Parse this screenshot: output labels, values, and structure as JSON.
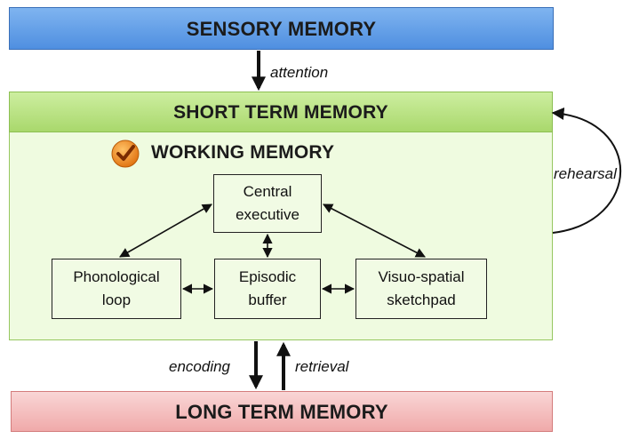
{
  "sensory_memory": "SENSORY MEMORY",
  "short_term_memory": "SHORT TERM MEMORY",
  "working_memory": "WORKING MEMORY",
  "long_term_memory": "LONG TERM MEMORY",
  "components": {
    "central_executive": [
      "Central",
      "executive"
    ],
    "phonological_loop": [
      "Phonological",
      "loop"
    ],
    "episodic_buffer": [
      "Episodic",
      "buffer"
    ],
    "visuo_spatial_sketchpad": [
      "Visuo-spatial",
      "sketchpad"
    ]
  },
  "labels": {
    "attention": "attention",
    "rehearsal": "rehearsal",
    "encoding": "encoding",
    "retrieval": "retrieval"
  },
  "colors": {
    "sensory": "#5f9ee6",
    "short_term": "#b5df7c",
    "short_term_body": "#effbe0",
    "long_term": "#f4bcbc",
    "check_icon": "#f08a1c"
  },
  "icons": {
    "working_memory_badge": "checkmark-badge-icon"
  }
}
